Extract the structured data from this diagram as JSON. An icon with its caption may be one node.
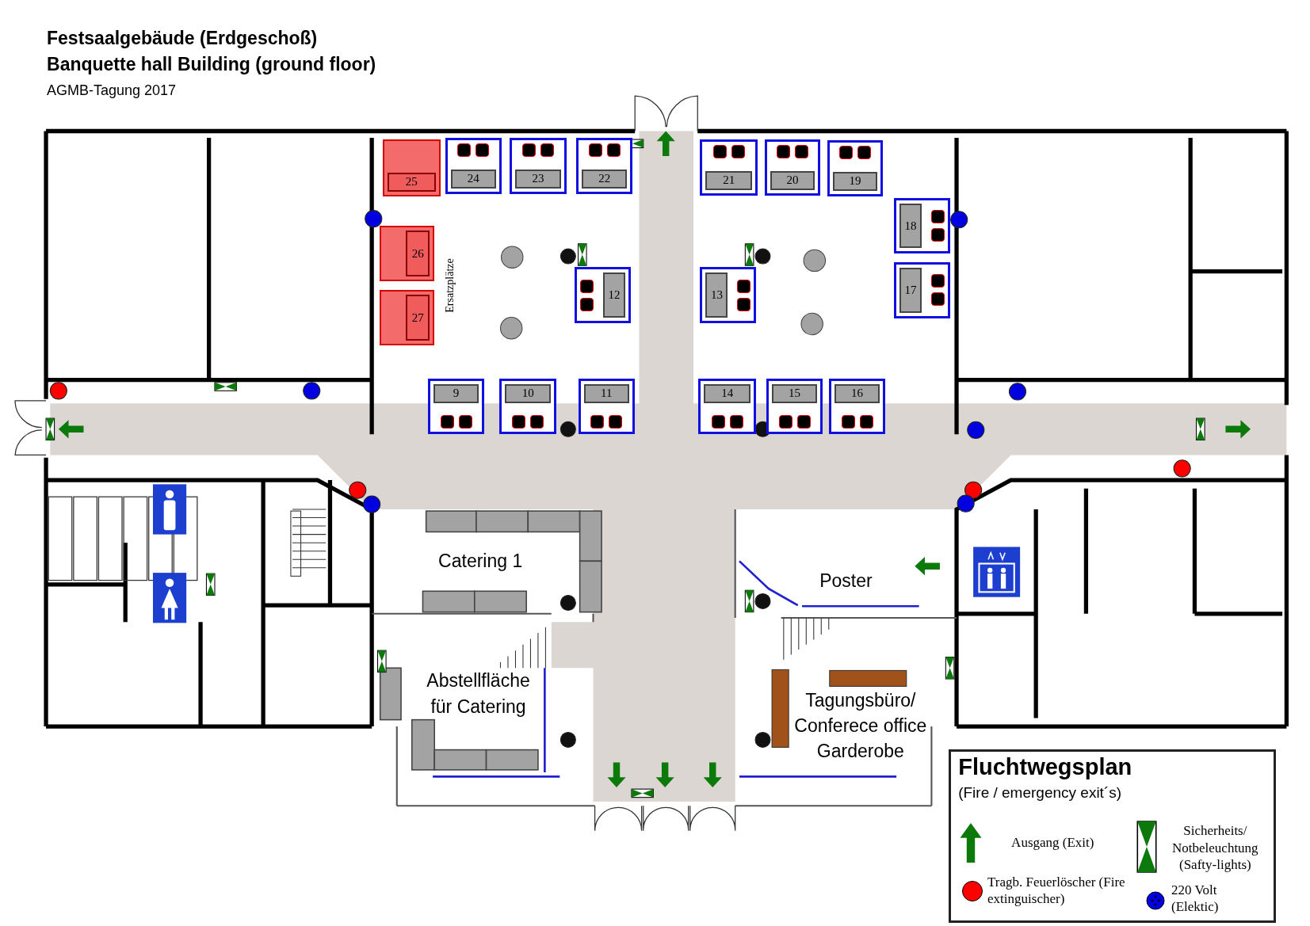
{
  "diagram": {
    "title": "Festsaalgebäude (Erdgeschoß)",
    "nodes": [
      {
        "text": [
          "25"
        ]
      },
      {
        "text": [
          "24"
        ]
      },
      {
        "text": [
          "23"
        ]
      },
      {
        "text": [
          "22"
        ]
      },
      {
        "text": [
          "21"
        ]
      },
      {
        "text": [
          "20"
        ]
      },
      {
        "text": [
          "19"
        ]
      },
      {
        "text": [
          "18"
        ]
      },
      {
        "text": [
          "26"
        ]
      },
      {
        "text": [
          "12"
        ]
      },
      {
        "text": [
          "13"
        ]
      },
      {
        "text": [
          "17"
        ]
      },
      {
        "text": [
          "27"
        ]
      },
      {
        "text": [
          "9"
        ]
      },
      {
        "text": [
          "10"
        ]
      },
      {
        "text": [
          "11"
        ]
      },
      {
        "text": [
          "14"
        ]
      },
      {
        "text": [
          "15"
        ]
      },
      {
        "text": [
          "16"
        ]
      }
    ],
    "labels": [
      "Banquette hall Building (ground floor)",
      "AGMB-Tagung 2017",
      "Ersatzplätze",
      "Catering 1",
      "Poster",
      "Abstellfläche für Catering",
      "Tagungsbüro/ Conferece office Garderobe",
      "Fluchtwegsplan",
      "(Fire / emergency exit´s)"
    ],
    "legend": [
      {
        "text": "Ausgang (Exit)"
      },
      {
        "text": "Sicherheits/ Notbeleuchtung (Safty-lights)"
      },
      {
        "text": "Tragb. Feuerlöscher (Fire extinguischer)",
        "color": "#ff0000"
      },
      {
        "text": "220 Volt (Elektic)"
      }
    ]
  }
}
